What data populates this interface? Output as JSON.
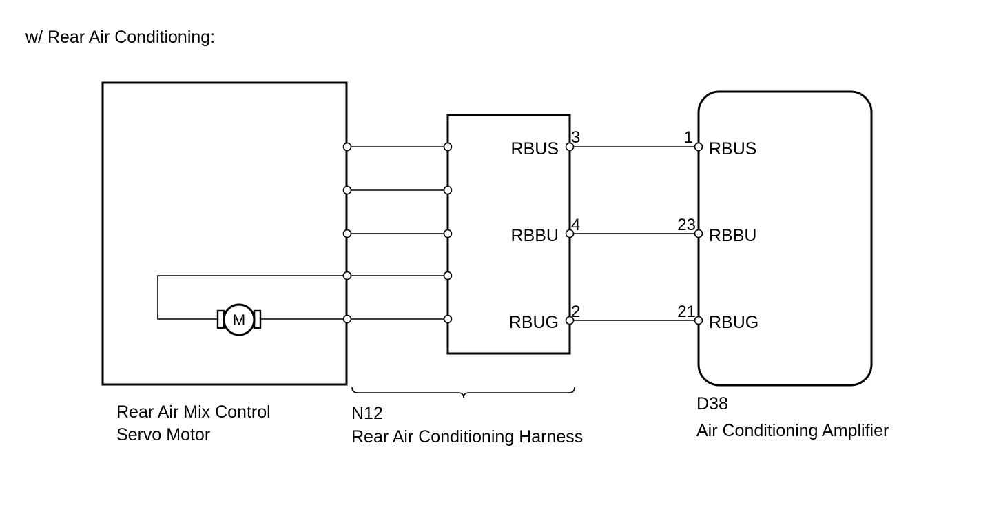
{
  "title": "w/ Rear Air Conditioning:",
  "servo_motor": {
    "name_line1": "Rear Air Mix Control",
    "name_line2": "Servo Motor",
    "motor_symbol": "M"
  },
  "harness": {
    "code": "N12",
    "name": "Rear Air Conditioning Harness",
    "pins": [
      {
        "label": "RBUS",
        "number": "3"
      },
      {
        "label": "RBBU",
        "number": "4"
      },
      {
        "label": "RBUG",
        "number": "2"
      }
    ]
  },
  "amplifier": {
    "code": "D38",
    "name": "Air Conditioning Amplifier",
    "pins": [
      {
        "label": "RBUS",
        "number": "1"
      },
      {
        "label": "RBBU",
        "number": "23"
      },
      {
        "label": "RBUG",
        "number": "21"
      }
    ]
  },
  "colors": {
    "line": "#000000",
    "background": "#ffffff"
  }
}
